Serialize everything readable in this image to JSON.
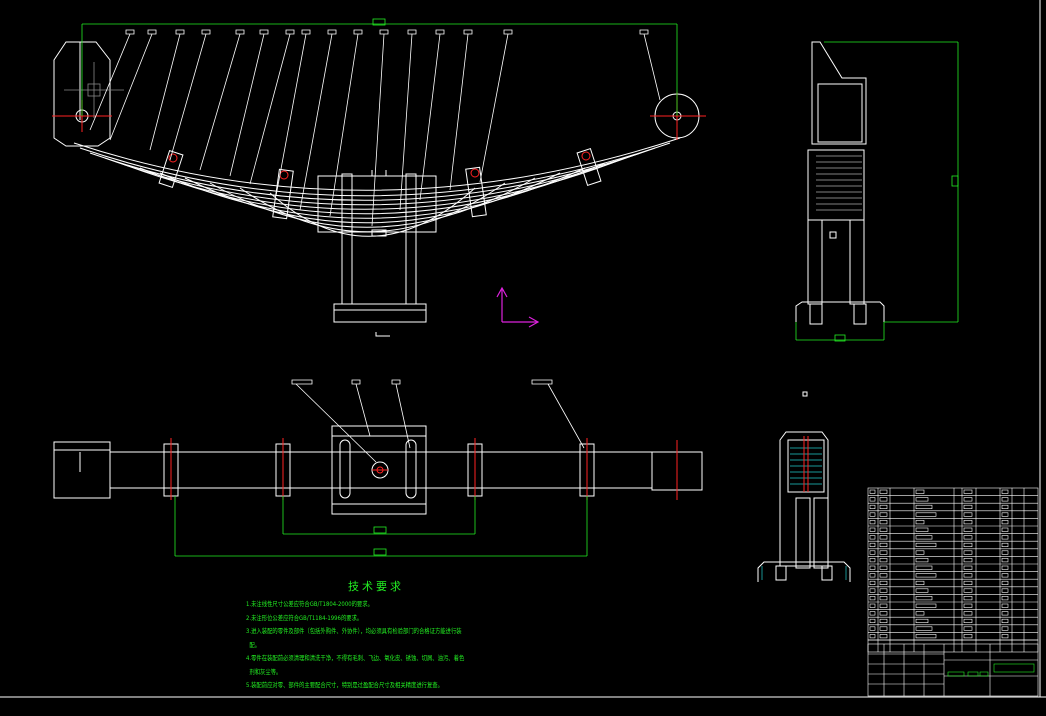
{
  "technical_requirements": {
    "title": "技术要求",
    "notes": [
      "1.未注线性尺寸公差应符合GB/T1804-2000的要求。",
      "2.未注形位公差应符合GB/T1184-1996的要求。",
      "3.进入装配的零件及部件（包括外购件、外协件），均必须具有检验部门的合格证方能进行装",
      "  配。",
      "4.零件在装配前必须清理和清洗干净，不得有毛刺、飞边、氧化皮、锈蚀、切屑、油污、着色",
      "  剂和灰尘等。",
      "5.装配前应对零、部件的主要配合尺寸，特别是过盈配合尺寸及相关精度进行复查。"
    ]
  },
  "colors": {
    "background": "#000000",
    "outline": "#ffffff",
    "dimension": "#22ee22",
    "center_mark": "#ff2222",
    "ucs_icon": "#dd22dd",
    "hatch": "#22cccc"
  }
}
